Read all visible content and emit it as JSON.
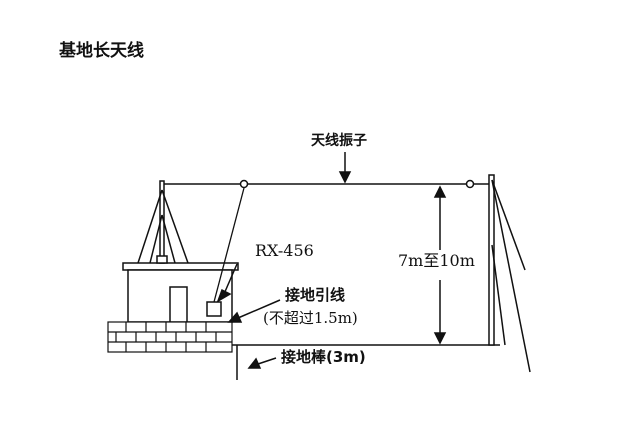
{
  "title": "基地长天线",
  "labels": {
    "antenna_element": "天线振子",
    "radio_model": "RX-456",
    "height_range": "7m至10m",
    "ground_lead": "接地引线",
    "ground_lead_limit": "(不超过1.5m)",
    "ground_rod": "接地棒(3m)"
  }
}
